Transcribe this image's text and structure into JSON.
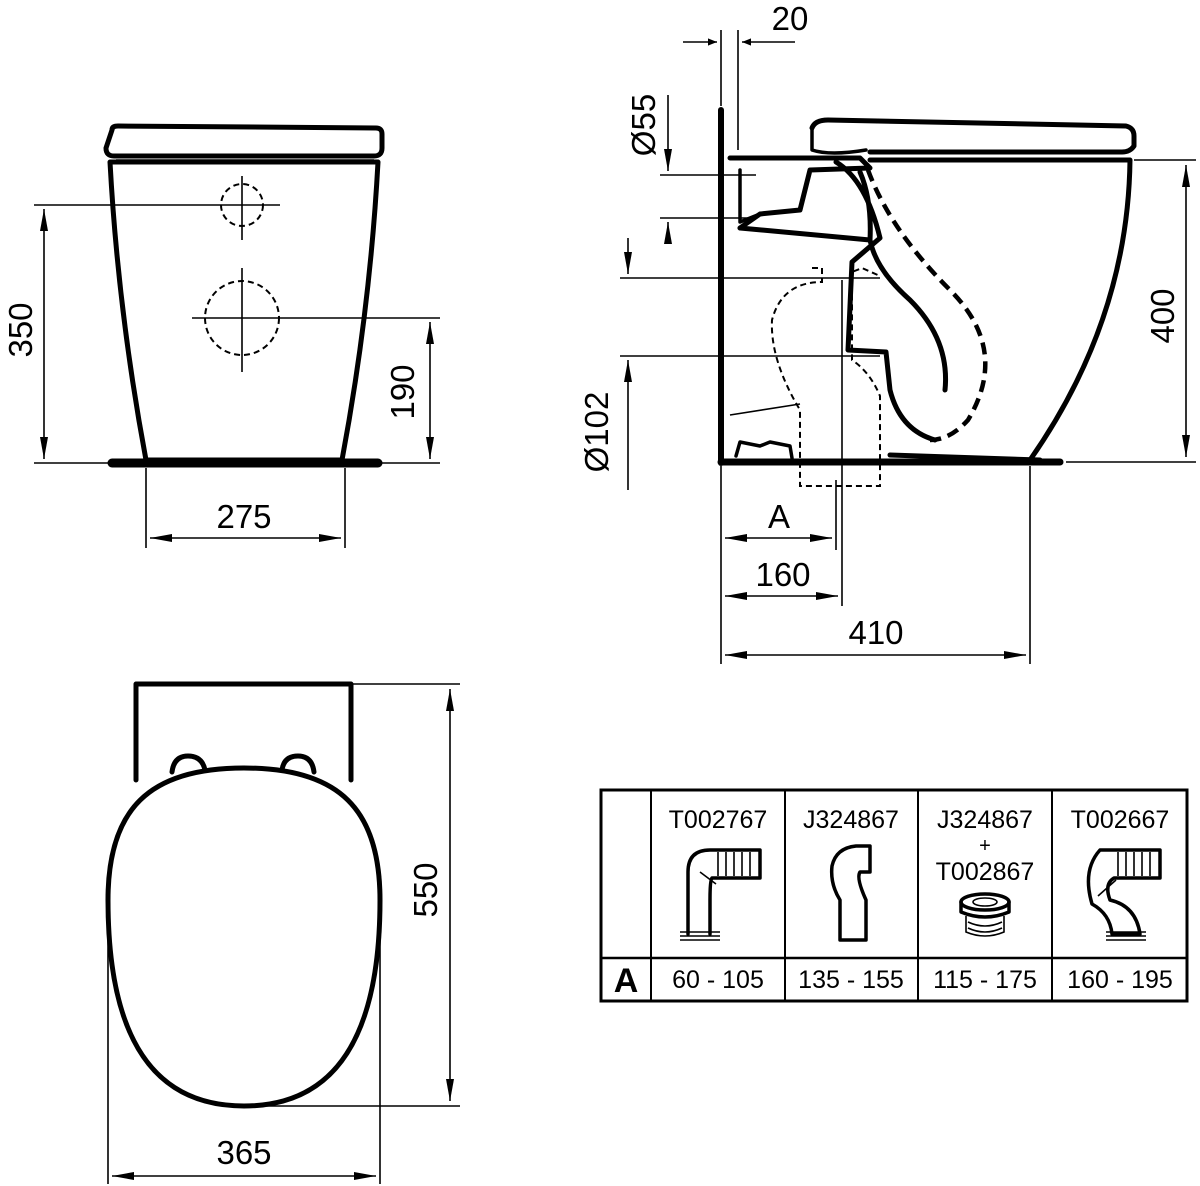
{
  "front_view": {
    "dim_height_350": "350",
    "dim_height_190": "190",
    "dim_width_275": "275"
  },
  "side_view": {
    "dim_wall_20": "20",
    "dim_diameter_55": "Ø55",
    "dim_diameter_102": "Ø102",
    "dim_height_400": "400",
    "dim_A_label": "A",
    "dim_160": "160",
    "dim_410": "410"
  },
  "top_view": {
    "dim_depth_550": "550",
    "dim_width_365": "365"
  },
  "connector_table": {
    "row_label": "A",
    "columns": [
      {
        "code": "T002767",
        "code_extra": "",
        "code_plus": "",
        "range": "60 - 105"
      },
      {
        "code": "J324867",
        "code_extra": "",
        "code_plus": "",
        "range": "135 - 155"
      },
      {
        "code": "J324867",
        "code_plus": "+",
        "code_extra": "T002867",
        "range": "115 - 175"
      },
      {
        "code": "T002667",
        "code_extra": "",
        "code_plus": "",
        "range": "160 - 195"
      }
    ]
  }
}
